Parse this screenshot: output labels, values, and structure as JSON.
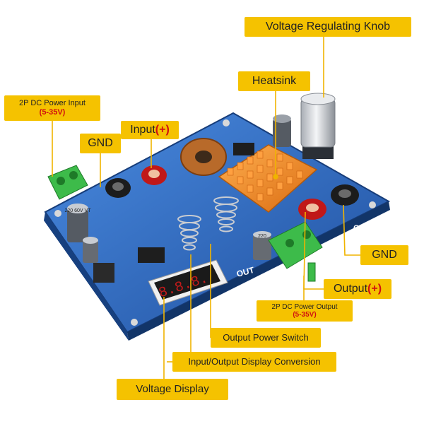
{
  "labels": {
    "knob": "Voltage Regulating Knob",
    "heatsink": "Heatsink",
    "dc_input_title": "2P DC Power Input",
    "dc_input_range": "(5-35V)",
    "gnd_left": "GND",
    "input_text": "Input",
    "input_sign": "(+)",
    "gnd_right": "GND",
    "output_text": "Output",
    "output_sign": "(+)",
    "dc_output_title": "2P DC Power Output",
    "dc_output_range": "(5-35V)",
    "output_switch": "Output Power Switch",
    "display_conversion": "Input/Output Display Conversion",
    "voltage_display": "Voltage Display"
  },
  "board_print": {
    "out_label": "OUT",
    "gnd_label": "GND",
    "cap_left": "220 60V VT",
    "cap_right": "220",
    "display_digits": "8.8.8."
  },
  "colors": {
    "callout_bg": "#f5c200",
    "leader": "#f0b400",
    "accent_red": "#d01010",
    "pcb": "#2f6bc4",
    "heatsink": "#f08a1a",
    "terminal_green": "#3dbb4a"
  }
}
